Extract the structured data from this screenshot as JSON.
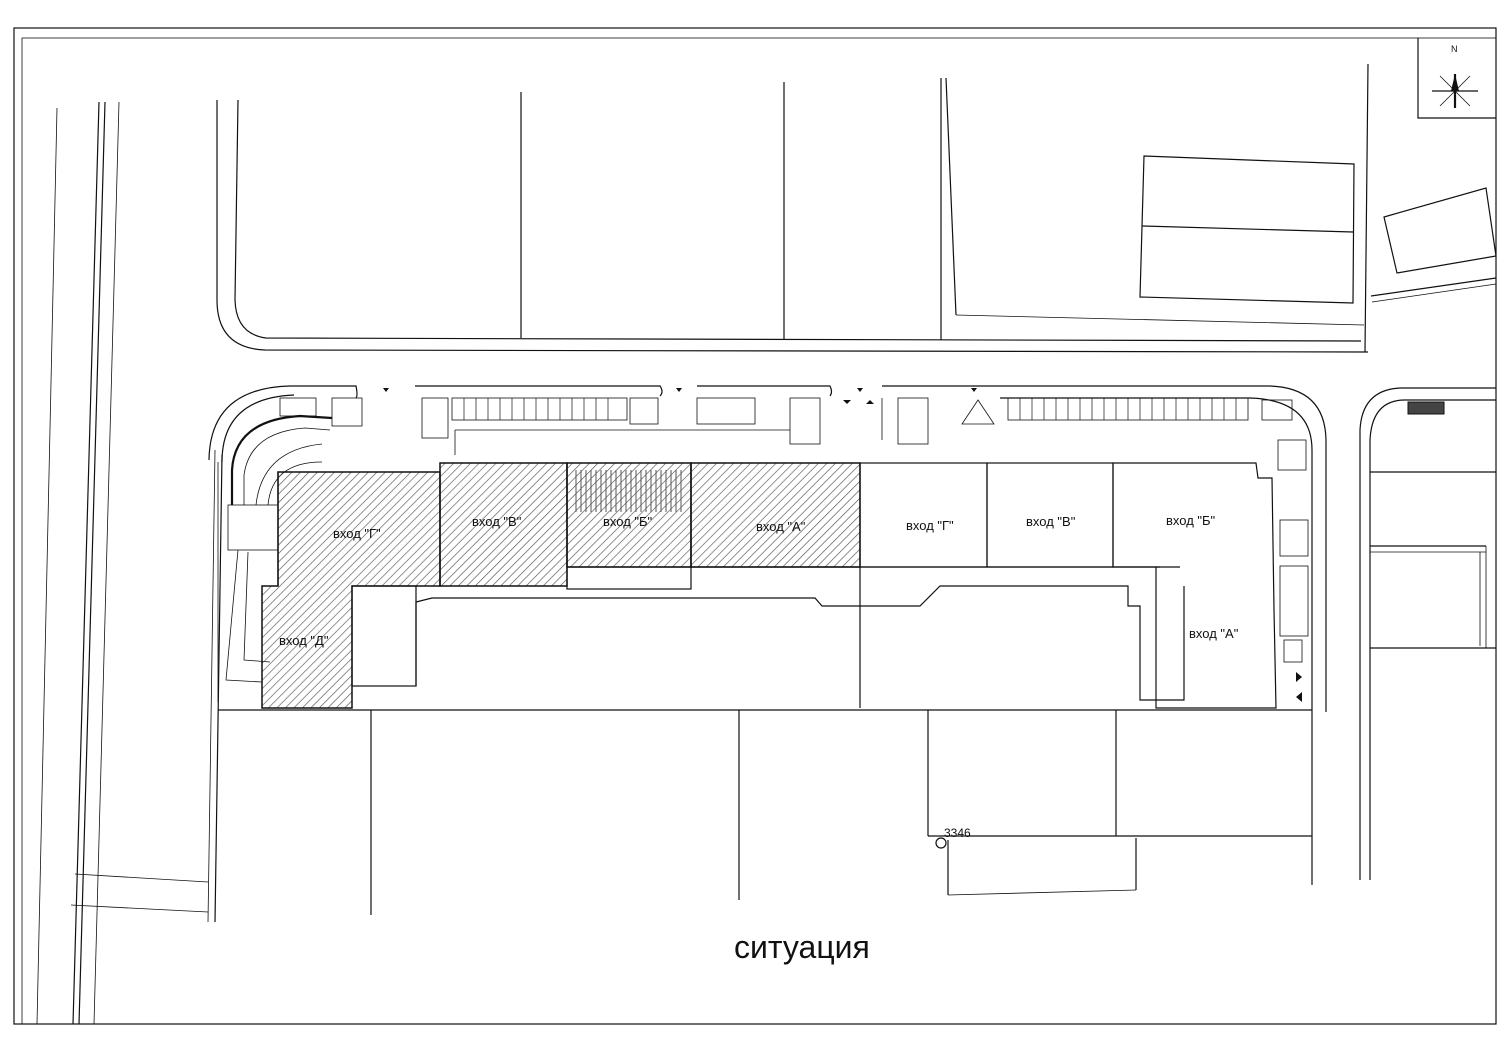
{
  "drawing": {
    "title": "ситуация",
    "north_label": "N",
    "survey_point": "3346"
  },
  "buildings": [
    {
      "id": "west",
      "entrances": [
        "вход \"Г\"",
        "вход \"В\"",
        "вход \"Б\"",
        "вход \"А\"",
        "вход \"Д\""
      ]
    },
    {
      "id": "east",
      "entrances": [
        "вход \"Г\"",
        "вход \"В\"",
        "вход \"Б\"",
        "вход \"А\""
      ]
    }
  ],
  "colors": {
    "line": "#111111",
    "hatch": "#555555",
    "background": "#ffffff"
  }
}
